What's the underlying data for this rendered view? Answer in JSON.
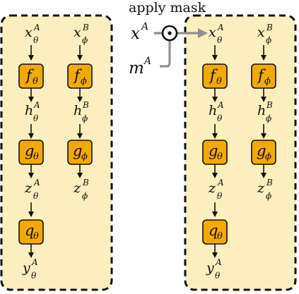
{
  "annotation": {
    "apply_mask": "apply mask"
  },
  "mask_inputs": {
    "x": {
      "base": "x",
      "sup": "A"
    },
    "m": {
      "base": "m",
      "sup": "A"
    }
  },
  "symbols": {
    "theta": "θ",
    "phi": "ϕ",
    "odot": "⊙"
  },
  "panels": [
    {
      "name": "left",
      "columns": [
        {
          "input": {
            "base": "x",
            "sup": "A",
            "sub": "θ"
          },
          "f": {
            "base": "f",
            "sub": "θ"
          },
          "h": {
            "base": "h",
            "sup": "A",
            "sub": "θ"
          },
          "g": {
            "base": "g",
            "sub": "θ"
          },
          "z": {
            "base": "z",
            "sup": "A",
            "sub": "θ"
          },
          "q": {
            "base": "q",
            "sub": "θ"
          },
          "y": {
            "base": "y",
            "sup": "A",
            "sub": "θ"
          }
        },
        {
          "input": {
            "base": "x",
            "sup": "B",
            "sub": "ϕ"
          },
          "f": {
            "base": "f",
            "sub": "ϕ"
          },
          "h": {
            "base": "h",
            "sup": "B",
            "sub": "ϕ"
          },
          "g": {
            "base": "g",
            "sub": "ϕ"
          },
          "z": {
            "base": "z",
            "sup": "B",
            "sub": "ϕ"
          }
        }
      ]
    },
    {
      "name": "right",
      "columns": [
        {
          "input": {
            "base": "x",
            "sup": "A",
            "sub": "θ"
          },
          "f": {
            "base": "f",
            "sub": "θ"
          },
          "h": {
            "base": "h",
            "sup": "A",
            "sub": "θ"
          },
          "g": {
            "base": "g",
            "sub": "θ"
          },
          "z": {
            "base": "z",
            "sup": "A",
            "sub": "θ"
          },
          "q": {
            "base": "q",
            "sub": "θ"
          },
          "y": {
            "base": "y",
            "sup": "A",
            "sub": "θ"
          }
        },
        {
          "input": {
            "base": "x",
            "sup": "B",
            "sub": "ϕ"
          },
          "f": {
            "base": "f",
            "sub": "ϕ"
          },
          "h": {
            "base": "h",
            "sup": "B",
            "sub": "ϕ"
          },
          "g": {
            "base": "g",
            "sub": "ϕ"
          },
          "z": {
            "base": "z",
            "sup": "B",
            "sub": "ϕ"
          }
        }
      ]
    }
  ],
  "colors": {
    "panel_fill": "#fbefbf",
    "block_fill": "#f2a900",
    "mask_arrow": "#8f8f8f"
  }
}
